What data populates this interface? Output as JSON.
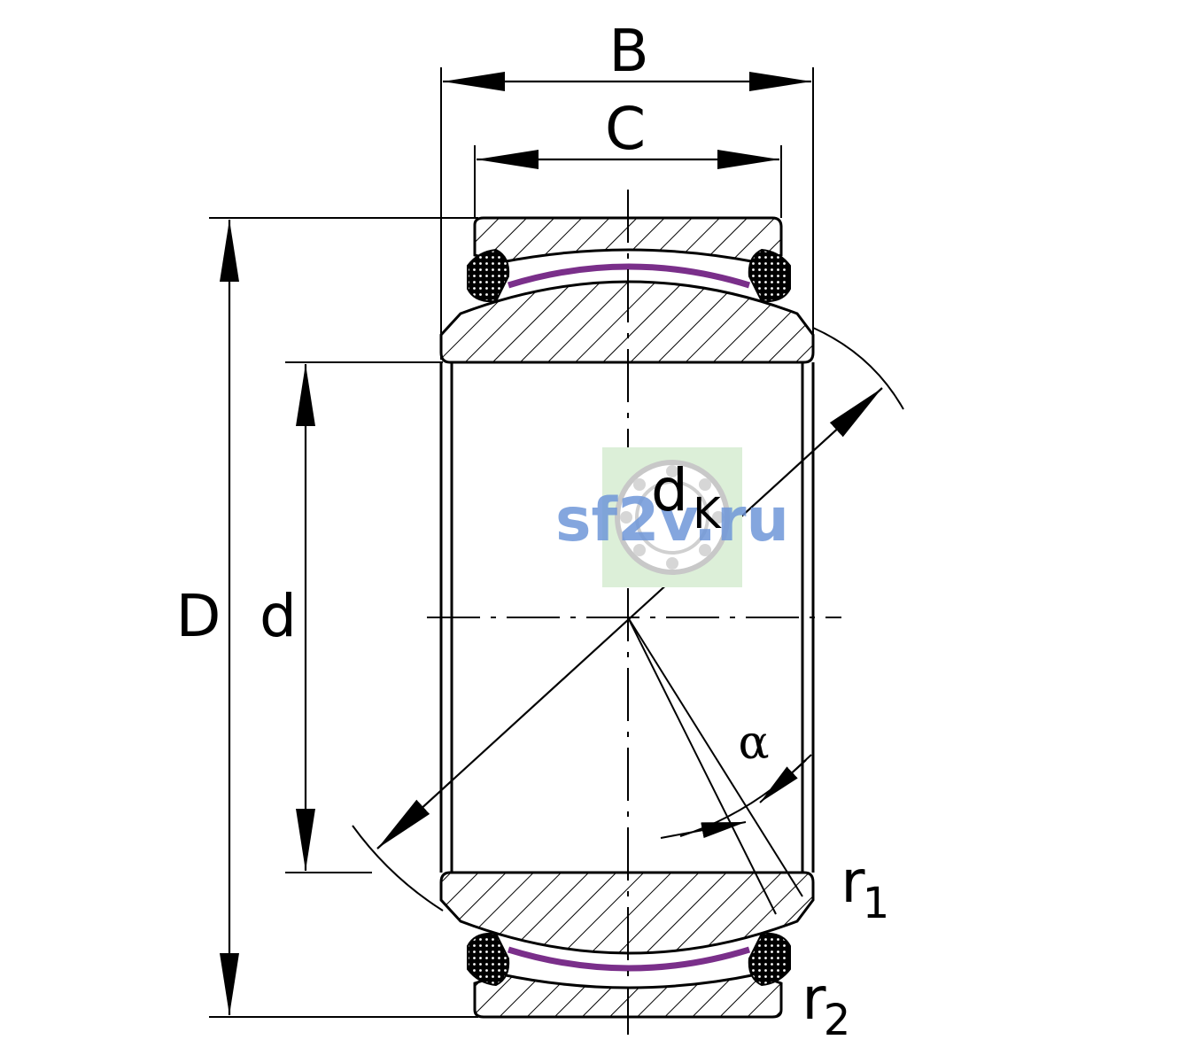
{
  "labels": {
    "B": "B",
    "C": "C",
    "D": "D",
    "d": "d",
    "dk_main": "d",
    "dk_sub": "K",
    "alpha": "α",
    "r1_main": "r",
    "r1_sub": "1",
    "r2_main": "r",
    "r2_sub": "2"
  },
  "watermark": {
    "text": "sf2v.ru",
    "color": "#6f97d8",
    "badge_color": "#dcefd8"
  },
  "colors": {
    "line": "#000000",
    "sliding_layer": "#7a2f8a"
  }
}
